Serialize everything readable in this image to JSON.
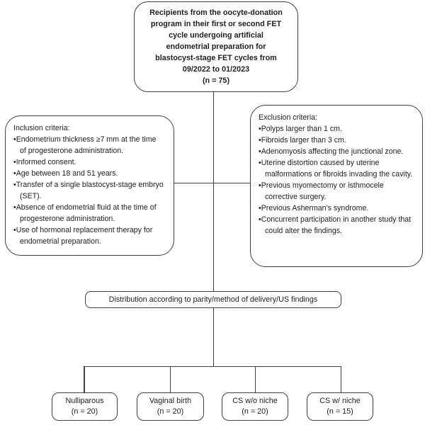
{
  "diagram": {
    "top_box": {
      "text": "Recipients from the oocyte-donation\nprogram in their first or second FET\ncycle undergoing artificial\nendometrial preparation for\nblastocyst-stage FET cycles from\n09/2022 to 01/2023\n(n = 75)"
    },
    "inclusion": {
      "title": "Inclusion criteria:",
      "items": [
        "•Endometrium thickness ≥7 mm at the time of progesterone administration.",
        "•Informed consent.",
        "•Age between 18 and 51 years.",
        "•Transfer of a single blastocyst-stage embryo (SET).",
        "•Absence of endometrial fluid at the time of progesterone administration.",
        "•Use of hormonal replacement therapy for endometrial preparation."
      ]
    },
    "exclusion": {
      "title": "Exclusion criteria:",
      "items": [
        "•Polyps larger than 1 cm.",
        "•Fibroids larger than 3 cm.",
        "•Adenomyosis affecting the junctional zone.",
        "•Uterine distortion caused by uterine malformations or fibroids invading the cavity.",
        "•Previous myomectomy or isthmocele corrective surgery.",
        "•Previous Asherman's syndrome.",
        "•Concurrent participation in another study that could alter the findings."
      ]
    },
    "distribution_box": {
      "text": "Distribution according to parity/method of delivery/US findings"
    },
    "groups": [
      {
        "label": "Nulliparous",
        "count": "(n = 20)"
      },
      {
        "label": "Vaginal birth",
        "count": "(n = 20)"
      },
      {
        "label": "CS w/o niche",
        "count": "(n = 20)"
      },
      {
        "label": "CS w/ niche",
        "count": "(n = 15)"
      }
    ],
    "colors": {
      "line": "#404040",
      "text": "#1f1f1f",
      "background": "#ffffff"
    }
  }
}
